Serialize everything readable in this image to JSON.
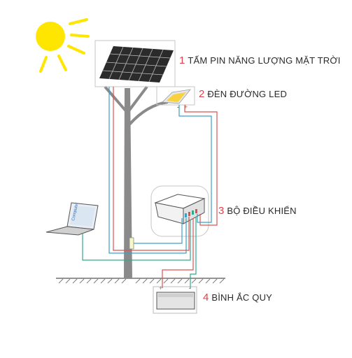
{
  "labels": [
    {
      "num": "1",
      "text": "TẤM PIN NĂNG LƯỢNG MẶT TRỜI"
    },
    {
      "num": "2",
      "text": "ĐÈN ĐƯỜNG LED"
    },
    {
      "num": "3",
      "text": "BỘ ĐIỀU KHIỂN"
    },
    {
      "num": "4",
      "text": "BÌNH ẮC QUY"
    }
  ],
  "laptop_screen_text": "Computer",
  "battery_terminals": {
    "plus": "+",
    "minus": "-"
  },
  "lamp_terminals": {
    "plus": "+",
    "minus": "-"
  },
  "colors": {
    "sun": "#ffe600",
    "wire_red": "#d9534f",
    "wire_blue": "#3aa0c8",
    "wire_teal": "#2eaa8a",
    "pole": "#8a8a8a",
    "panel": "#2b2b2b",
    "lamp_light": "#f7d23c",
    "number_red": "#e0434b"
  }
}
